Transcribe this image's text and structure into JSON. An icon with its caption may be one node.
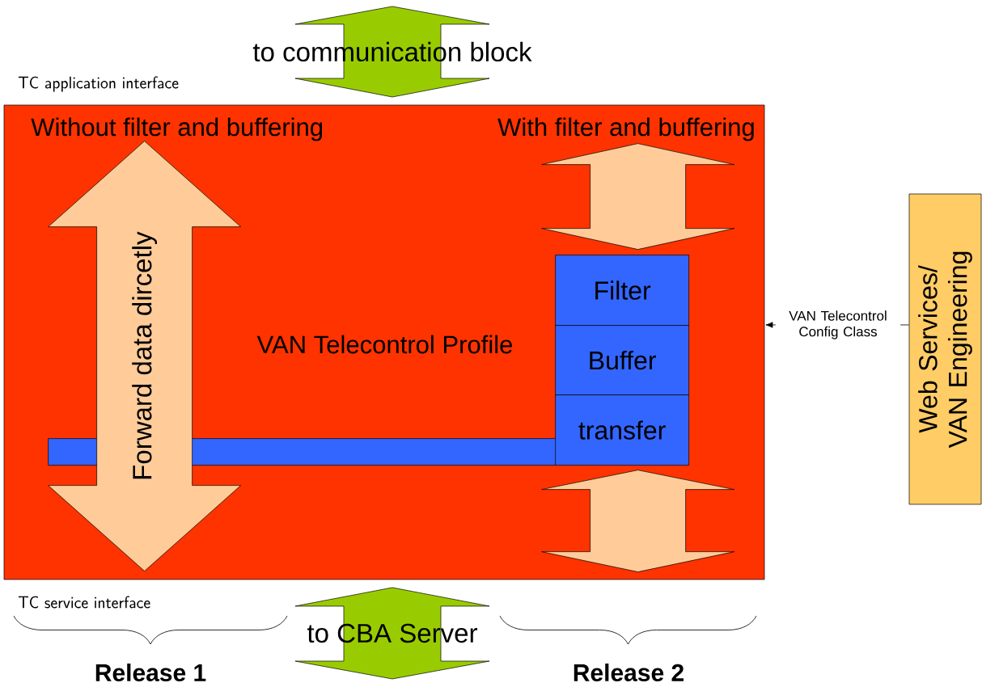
{
  "diagram": {
    "nodes": [
      {
        "text": [
          "to communication block"
        ]
      },
      {
        "text": [
          "Without filter and buffering",
          "With filter and buffering",
          "VAN Telecontrol Profile"
        ]
      },
      {
        "text": [],
        "shape": "bar",
        "in": 1
      },
      {
        "text": [
          "Forward data dircetly"
        ],
        "in": 1
      },
      {
        "text": [],
        "shape": "arrow",
        "in": 1
      },
      {
        "text": [
          "Filter"
        ],
        "in": 1
      },
      {
        "text": [
          "Buffer"
        ],
        "in": 1
      },
      {
        "text": [
          "transfer"
        ],
        "in": 1
      },
      {
        "text": [],
        "shape": "arrow",
        "in": 1
      },
      {
        "text": [
          "Web Services/ VAN Engineering"
        ]
      },
      {
        "text": [
          "to CBA Server"
        ]
      }
    ],
    "edges": [
      {
        "from": 9,
        "to": 1,
        "arrow": "to",
        "label": "VAN Telecontrol Config Class"
      }
    ],
    "labels": [
      "TC application interface",
      "TC service interface",
      "Release 1",
      "Release 2"
    ]
  }
}
